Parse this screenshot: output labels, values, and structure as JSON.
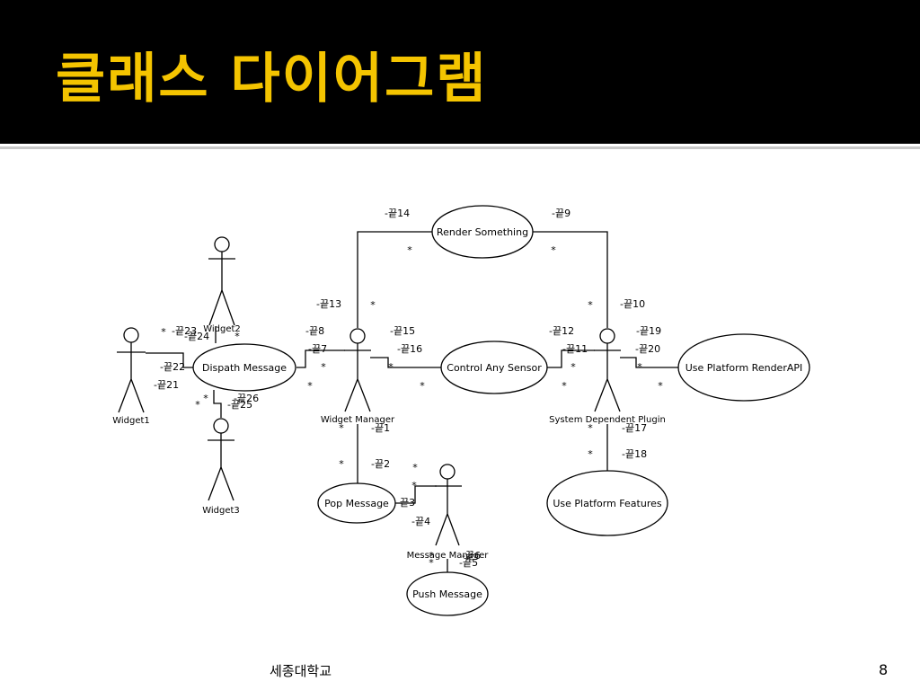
{
  "slide": {
    "title": "클래스 다이어그램",
    "footer": "세종대학교",
    "page_number": "8"
  },
  "diagram": {
    "actors": {
      "widget1": "Widget1",
      "widget2": "Widget2",
      "widget3": "Widget3",
      "widget_manager": "Widget Manager",
      "system_dependent_plugin": "System Dependent Plugin",
      "message_manager": "Message Manager"
    },
    "use_cases": {
      "render_something": "Render Something",
      "dispatch_message": "Dispath Message",
      "control_any_sensor": "Control Any Sensor",
      "use_platform_renderapi": "Use Platform RenderAPI",
      "pop_message": "Pop Message",
      "use_platform_features": "Use Platform Features",
      "push_message": "Push Message"
    },
    "role_labels": {
      "end1": "-끝1",
      "end2": "-끝2",
      "end3": "-끝3",
      "end4": "-끝4",
      "end5": "-끝5",
      "end6": "-끝6",
      "end7": "-끝7",
      "end8": "-끝8",
      "end9": "-끝9",
      "end10": "-끝10",
      "end11": "-끝11",
      "end12": "-끝12",
      "end13": "-끝13",
      "end14": "-끝14",
      "end15": "-끝15",
      "end16": "-끝16",
      "end17": "-끝17",
      "end18": "-끝18",
      "end19": "-끝19",
      "end20": "-끝20",
      "end21": "-끝21",
      "end22": "-끝22",
      "end23": "-끝23",
      "end24": "-끝24",
      "end25": "-끝25",
      "end26": "-끝26"
    },
    "multiplicity": "*"
  }
}
